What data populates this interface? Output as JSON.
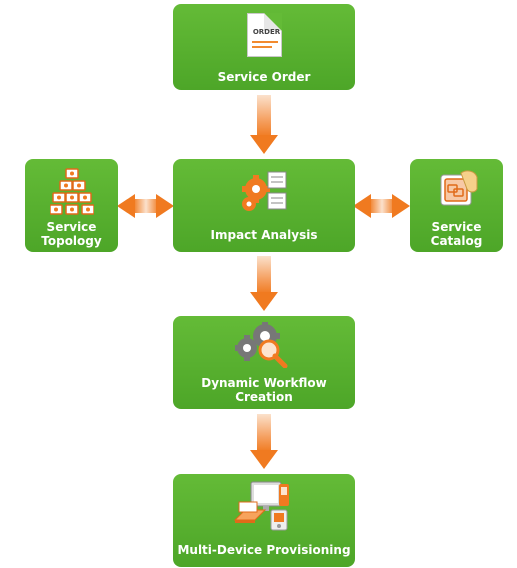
{
  "nodes": {
    "service_order": {
      "label": "Service Order",
      "icon": "order-document-icon",
      "icon_text": "ORDER"
    },
    "impact_analysis": {
      "label": "Impact Analysis",
      "icon": "gears-checklist-icon"
    },
    "service_topology": {
      "label_line1": "Service",
      "label_line2": "Topology",
      "icon": "topology-pyramid-icon"
    },
    "service_catalog": {
      "label_line1": "Service",
      "label_line2": "Catalog",
      "icon": "catalog-hand-icon"
    },
    "dynamic_workflow": {
      "label_line1": "Dynamic Workflow",
      "label_line2": "Creation",
      "icon": "gears-magnifier-icon"
    },
    "multi_device": {
      "label": "Multi-Device Provisioning",
      "icon": "devices-icon"
    }
  },
  "colors": {
    "box_green": "#55ad2d",
    "arrow_orange": "#f07a20",
    "text_white": "#ffffff"
  }
}
